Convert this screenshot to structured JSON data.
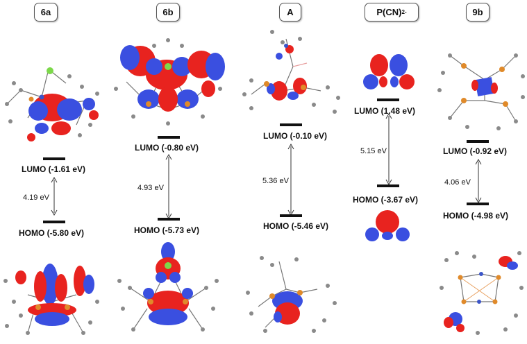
{
  "columns": [
    {
      "id": "6a",
      "lumo": "LUMO (-1.61 eV)",
      "homo": "HOMO (-5.80 eV)",
      "gap": "4.19 eV"
    },
    {
      "id": "6b",
      "lumo": "LUMO (-0.80 eV)",
      "homo": "HOMO (-5.73 eV)",
      "gap": "4.93 eV"
    },
    {
      "id": "A",
      "lumo": "LUMO (-0.10 eV)",
      "homo": "HOMO (-5.46 eV)",
      "gap": "5.36 eV"
    },
    {
      "id_main": "P(CN)",
      "id_sub": "2",
      "id_sup": "-",
      "lumo": "LUMO (1.48 eV)",
      "homo": "HOMO (-3.67 eV)",
      "gap": "5.15 eV"
    },
    {
      "id": "9b",
      "lumo": "LUMO (-0.92 eV)",
      "homo": "HOMO (-4.98 eV)",
      "gap": "4.06 eV"
    }
  ],
  "colors": {
    "lobe_positive": "#e8231f",
    "lobe_negative": "#3a4fe0",
    "atom_c": "#8a8a8a",
    "atom_p": "#e08a2a",
    "atom_n": "#3b55c8",
    "atom_cl": "#7cd84a"
  }
}
